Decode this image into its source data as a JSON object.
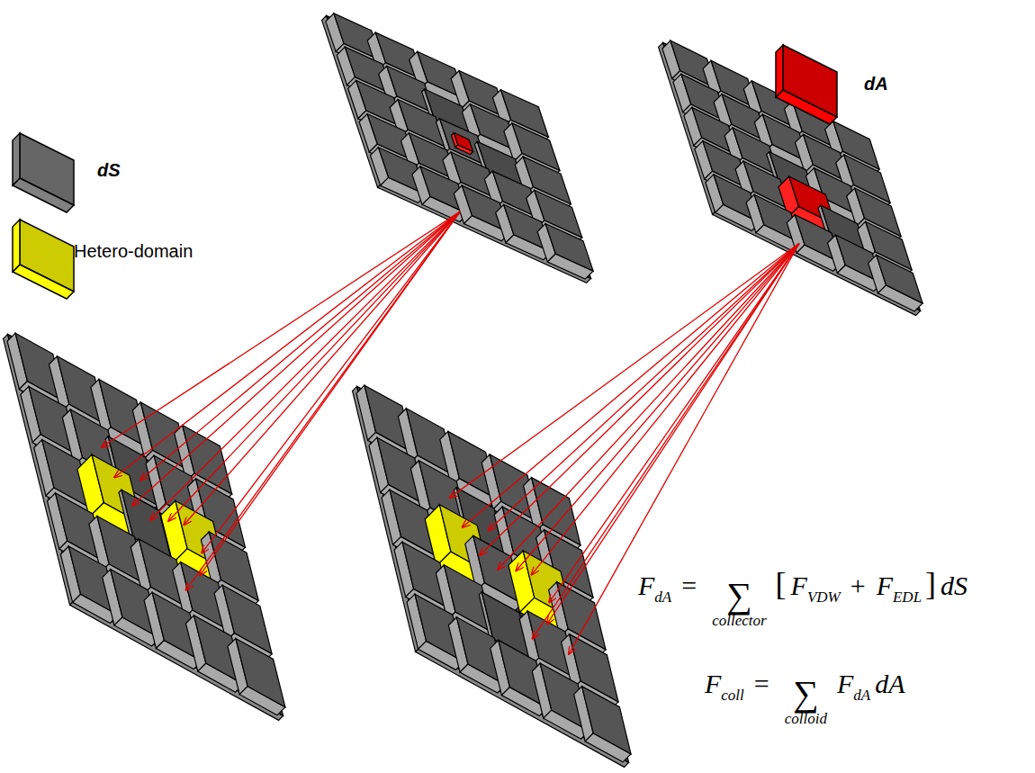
{
  "diagram": {
    "labels": [
      "F",
      "dA",
      "=",
      "∑",
      "collector",
      "[",
      "F",
      "VDW",
      "+",
      "F",
      "EDL",
      "]",
      "dS",
      "F",
      "coll",
      "=",
      "∑",
      "colloid",
      "F",
      "dA",
      "dA"
    ],
    "legend": [
      {
        "text": "dS",
        "color": "#808080"
      },
      {
        "text": "Hetero-domain",
        "color": "#ffff00"
      },
      {
        "text": "dA",
        "color": "#ff0000"
      }
    ]
  }
}
